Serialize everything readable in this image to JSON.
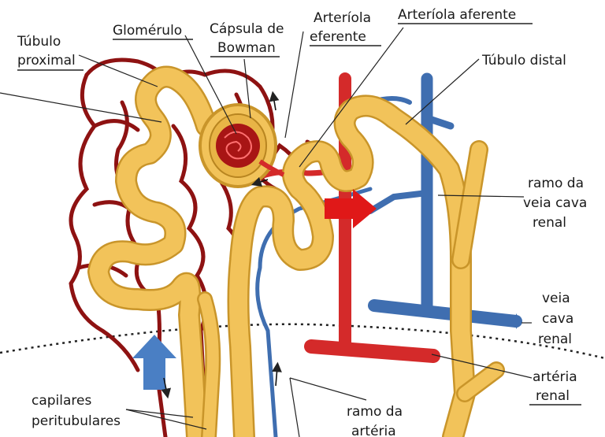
{
  "labels": {
    "tubulo_proximal": [
      "Túbulo",
      "proximal"
    ],
    "glomerulo": "Glomérulo",
    "capsula_bowman": [
      "Cápsula de",
      "Bowman"
    ],
    "arteriola_eferente": [
      "Arteríola",
      "eferente"
    ],
    "arteriola_aferente": "Arteríola aferente",
    "tubulo_distal": "Túbulo distal",
    "ramo_veia_cava": [
      "ramo da",
      "veia cava",
      "renal"
    ],
    "veia_cava_renal": [
      "veia",
      "cava",
      "renal"
    ],
    "arteria_renal": [
      "artéria",
      "renal"
    ],
    "capilares": [
      "capilares",
      "peritubulares"
    ],
    "ramo_arteria": [
      "ramo da",
      "artéria"
    ]
  },
  "colors": {
    "tubule": "#f2c35a",
    "tubule_outline": "#c9952a",
    "artery": "#d42a2a",
    "capillary_red": "#8e1212",
    "vein": "#3f6eb0",
    "arrow_red": "#e01818",
    "arrow_blue": "#4a7fc4",
    "leader": "#222222"
  }
}
